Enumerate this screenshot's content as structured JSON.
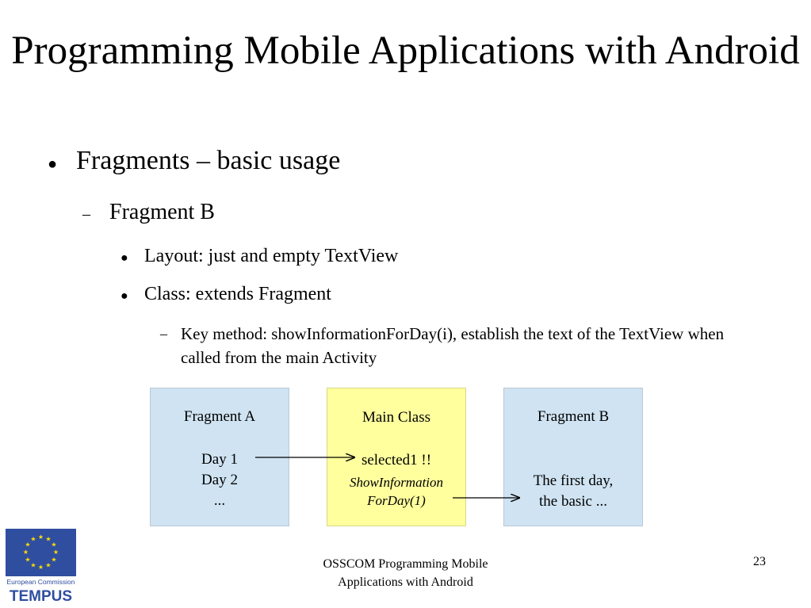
{
  "slide": {
    "title": "Programming Mobile Applications with Android",
    "bullets": [
      {
        "level": 1,
        "marker": "●",
        "text": "Fragments – basic usage"
      },
      {
        "level": 2,
        "marker": "–",
        "text": "Fragment B"
      },
      {
        "level": 3,
        "marker": "●",
        "text": "Layout: just and empty TextView"
      },
      {
        "level": 3,
        "marker": "●",
        "text": "Class: extends Fragment"
      },
      {
        "level": 4,
        "marker": "–",
        "text": "Key method: showInformationForDay(i), establish the text of the TextView when called from the main Activity"
      }
    ]
  },
  "diagram": {
    "fragment_a": {
      "title": "Fragment A",
      "items": [
        "Day 1",
        "Day 2",
        "..."
      ],
      "color": "#cfe3f2"
    },
    "main_class": {
      "title": "Main Class",
      "line1": "selected1 !!",
      "line2": "ShowInformation",
      "line3": "ForDay(1)",
      "color": "#ffff9e"
    },
    "fragment_b": {
      "title": "Fragment B",
      "line1": "The first day,",
      "line2": "the basic ...",
      "color": "#cfe3f2"
    }
  },
  "logo": {
    "line1": "European Commission",
    "line2": "TEMPUS",
    "flag_color": "#2f4ea0",
    "star_color": "#ffdd00"
  },
  "footer": {
    "line1": "OSSCOM Programming Mobile",
    "line2": "Applications with Android",
    "page_number": "23"
  }
}
